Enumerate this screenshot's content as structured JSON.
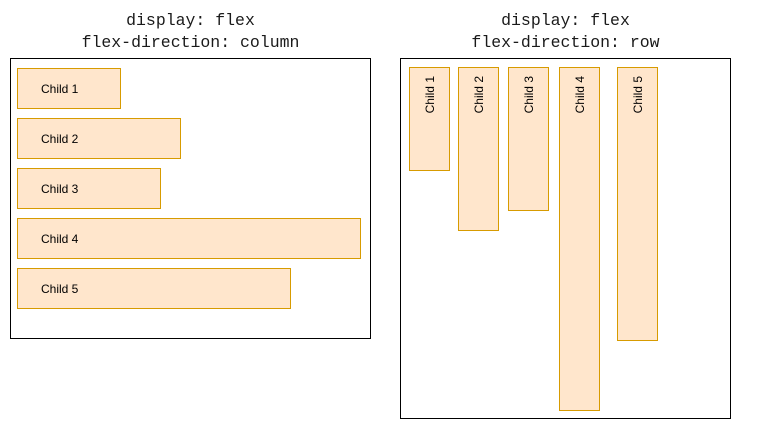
{
  "left_panel": {
    "heading": "display: flex\nflex-direction: column",
    "children": [
      "Child 1",
      "Child 2",
      "Child 3",
      "Child 4",
      "Child 5"
    ]
  },
  "right_panel": {
    "heading": "display: flex\nflex-direction: row",
    "children": [
      "Child 1",
      "Child 2",
      "Child 3",
      "Child 4",
      "Child 5"
    ]
  },
  "colors": {
    "child_fill": "#ffe6cc",
    "child_border": "#d79b00",
    "container_border": "#000000"
  }
}
